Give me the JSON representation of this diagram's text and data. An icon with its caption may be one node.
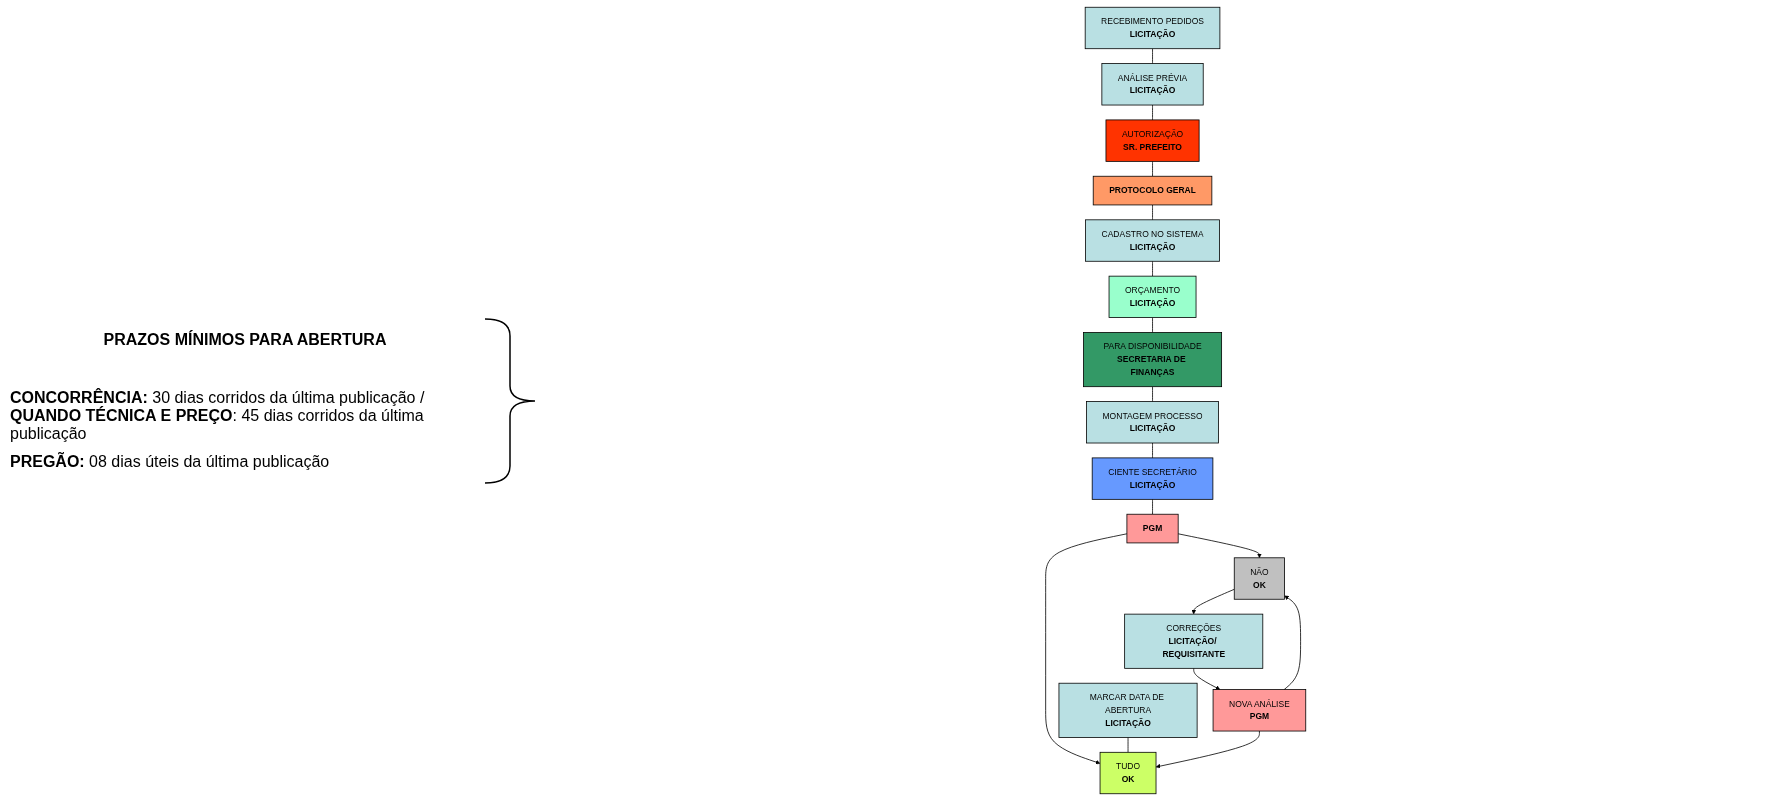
{
  "diagram": {
    "nodes": [
      {
        "text": [
          "RECEBIMENTO PEDIDOS",
          "LICITAÇÃO"
        ]
      },
      {
        "text": [
          "ANÁLISE PRÉVIA",
          "LICITAÇÃO"
        ]
      },
      {
        "text": [
          "AUTORIZAÇÃO",
          "SR. PREFEITO"
        ]
      },
      {
        "text": [
          "PROTOCOLO GERAL"
        ]
      },
      {
        "text": [
          "PARA DISPONIBILIDADE",
          "SECRETARIA DE FINANÇAS"
        ]
      },
      {
        "text": [
          "ORÇAMENTO",
          "LICITAÇÃO"
        ]
      },
      {
        "text": [
          "CADASTRO NO SISTEMA",
          "LICITAÇÃO"
        ]
      },
      {
        "text": [
          "MONTAGEM PROCESSO",
          "LICITAÇÃO"
        ]
      },
      {
        "text": [
          "CIENTE SECRETÁRIO",
          "LICITAÇÃO"
        ]
      },
      {
        "text": [
          "PGM"
        ]
      },
      {
        "text": [
          "MARCAR DATA DE ABERTURA",
          "LICITAÇÃO"
        ]
      },
      {
        "text": [
          "TUDO",
          "OK"
        ]
      },
      {
        "text": [
          "NÃO",
          "OK"
        ]
      },
      {
        "text": [
          "CORREÇÕES",
          "LICITAÇÃO/ REQUISITANTE"
        ]
      },
      {
        "text": [
          "NOVA ANÁLISE",
          "PGM"
        ]
      }
    ],
    "edges": [
      {
        "from": 0,
        "to": 1,
        "arrow": "none"
      },
      {
        "from": 1,
        "to": 2,
        "arrow": "none"
      },
      {
        "from": 2,
        "to": 3,
        "arrow": "none"
      },
      {
        "from": 3,
        "to": 6,
        "arrow": "none"
      },
      {
        "from": 6,
        "to": 5,
        "arrow": "none"
      },
      {
        "from": 5,
        "to": 4,
        "arrow": "none"
      },
      {
        "from": 4,
        "to": 7,
        "arrow": "none"
      },
      {
        "from": 7,
        "to": 8,
        "arrow": "none"
      },
      {
        "from": 8,
        "to": 9,
        "arrow": "none"
      },
      {
        "from": 9,
        "to": 11,
        "arrow": "to"
      },
      {
        "from": 9,
        "to": 12,
        "arrow": "to"
      },
      {
        "from": 10,
        "to": 11,
        "arrow": "none"
      },
      {
        "from": 12,
        "to": 13,
        "arrow": "to"
      },
      {
        "from": 13,
        "to": 14,
        "arrow": "to"
      },
      {
        "from": 14,
        "to": 11,
        "arrow": "to"
      },
      {
        "from": 14,
        "to": 12,
        "arrow": "to"
      }
    ],
    "labels": [
      "PRAZOS MÍNIMOS PARA ABERTURA",
      "**CONCORRÊNCIA:** 30 dias corridos da última publicação / **QUANDO TÉCNICA E PREÇO**: 45 dias corridos da última publicação",
      "**PREGÃO:** 08 dias úteis da última publicação"
    ]
  }
}
